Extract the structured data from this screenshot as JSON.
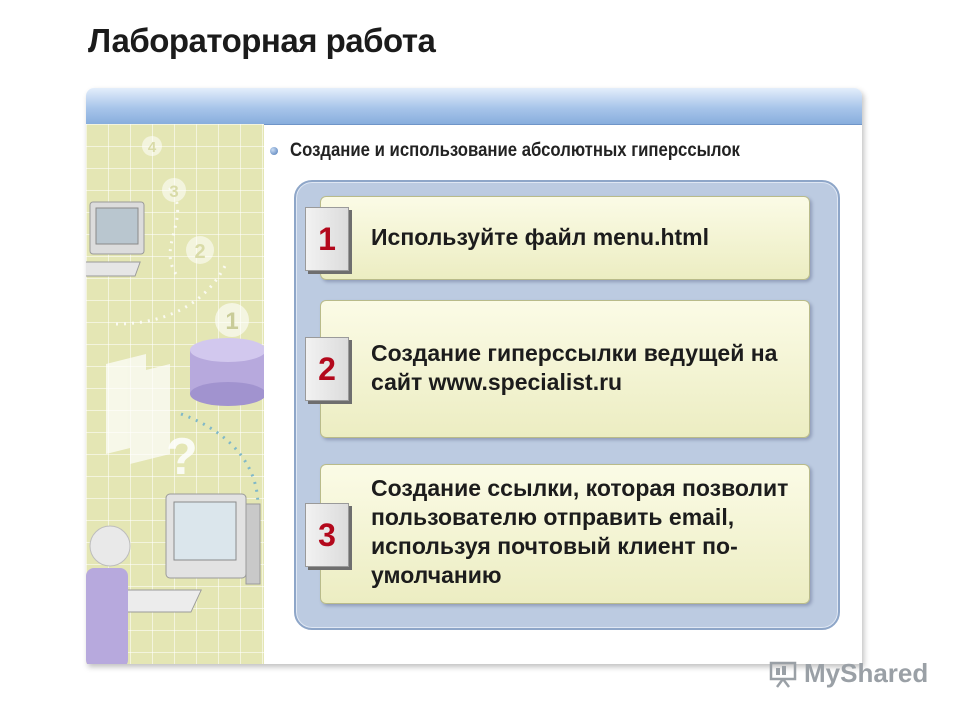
{
  "page": {
    "title": "Лабораторная работа",
    "subtitle": "Создание и использование абсолютных гиперссылок"
  },
  "steps": [
    {
      "number": "1",
      "text": "Используйте файл menu.html"
    },
    {
      "number": "2",
      "text": "Создание гиперссылки ведущей на сайт www.specialist.ru"
    },
    {
      "number": "3",
      "text": "Создание ссылки, которая позволит пользователю отправить email, используя почтовый клиент по-умолчанию"
    }
  ],
  "side_illustration": {
    "numbers": [
      "4",
      "3",
      "2",
      "1"
    ],
    "question_mark": "?"
  },
  "watermark": {
    "text": "MyShared"
  },
  "colors": {
    "number_red": "#b3081c",
    "card_fill": "#ecedc2",
    "blue_box": "#bccbe1",
    "frame_bar": "#a8c5ea",
    "side_panel": "#e4e6b4"
  }
}
